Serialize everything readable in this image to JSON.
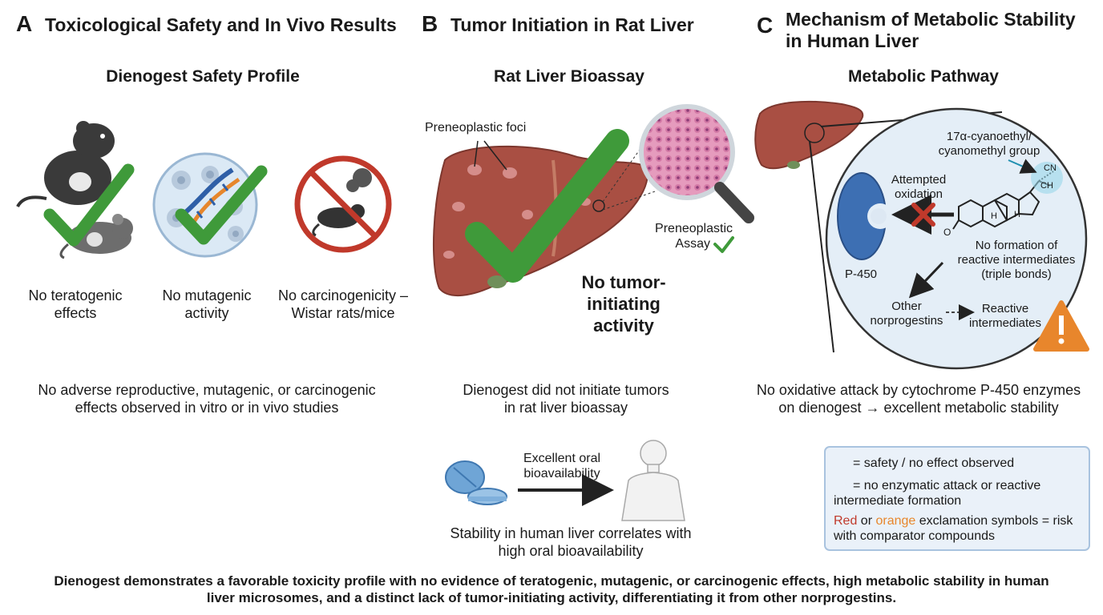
{
  "panels": {
    "a": {
      "letter": "A",
      "title": "Toxicological Safety and In Vivo Results",
      "subtitle": "Dienogest Safety Profile",
      "items": [
        {
          "line1": "No teratogenic",
          "line2": "effects"
        },
        {
          "line1": "No mutagenic",
          "line2": "activity"
        },
        {
          "line1": "No carcinogenicity –",
          "line2": "Wistar rats/mice"
        }
      ],
      "summary_line1": "No adverse reproductive, mutagenic, or carcinogenic",
      "summary_line2": "effects observed in vitro or in vivo studies"
    },
    "b": {
      "letter": "B",
      "title": "Tumor Initiation in Rat Liver",
      "subtitle": "Rat Liver Bioassay",
      "foci_label": "Preneoplastic foci",
      "assay_line1": "Preneoplastic",
      "assay_line2": "Assay",
      "result_line1": "No tumor-",
      "result_line2": "initiating",
      "result_line3": "activity",
      "summary_line1": "Dienogest did not initiate tumors",
      "summary_line2": "in rat liver bioassay",
      "bio_line1": "Excellent oral",
      "bio_line2": "bioavailability",
      "stability_line1": "Stability in human liver correlates with",
      "stability_line2": "high oral bioavailability"
    },
    "c": {
      "letter": "C",
      "title_line1": "Mechanism of Metabolic Stability",
      "title_line2": "in Human Liver",
      "subtitle": "Metabolic Pathway",
      "group_line1": "17α-cyanoethyl/",
      "group_line2": "cyanomethyl group",
      "cn_label": "CN",
      "ch_label": "CH",
      "h_label": "H",
      "o_label": "O",
      "attempt_line1": "Attempted",
      "attempt_line2": "oxidation",
      "enzyme_label": "P-450",
      "noform_line1": "No formation of",
      "noform_line2": "reactive intermediates",
      "noform_line3": "(triple bonds)",
      "other_line1": "Other",
      "other_line2": "norprogestins",
      "reactive_line1": "Reactive",
      "reactive_line2": "intermediates",
      "summary_line1": "No oxidative attack by cytochrome P-450 enzymes",
      "summary_line2": "on dienogest → excellent metabolic stability"
    }
  },
  "legend": {
    "check_text": "= safety / no effect observed",
    "x_line1": "= no enzymatic attack or reactive",
    "x_line2": "intermediate formation",
    "red_word": "Red",
    "or_word": " or ",
    "orange_word": "orange",
    "excl_tail": " exclamation symbols = risk",
    "excl_line2": "with comparator compounds"
  },
  "footer": {
    "line1": "Dienogest demonstrates a favorable toxicity profile with no evidence of teratogenic, mutagenic, or carcinogenic effects, high metabolic stability in human",
    "line2": "liver microsomes, and a distinct lack of tumor-initiating activity, differentiating it from other norprogestins."
  },
  "colors": {
    "check_green": "#3f9a3a",
    "x_red": "#c0392b",
    "liver_red": "#a94f43",
    "warning_orange": "#e8862c",
    "enzyme_blue": "#3d6fb3",
    "legend_bg": "#eaf1f9"
  },
  "icons": [
    "rat-icon",
    "mouse-icon",
    "petri-dish-icon",
    "dna-icon",
    "prohibition-icon",
    "liver-icon",
    "magnifier-icon",
    "pill-icon",
    "human-body-icon",
    "p450-enzyme-icon",
    "molecule-icon",
    "warning-icon",
    "check-icon",
    "x-icon"
  ]
}
